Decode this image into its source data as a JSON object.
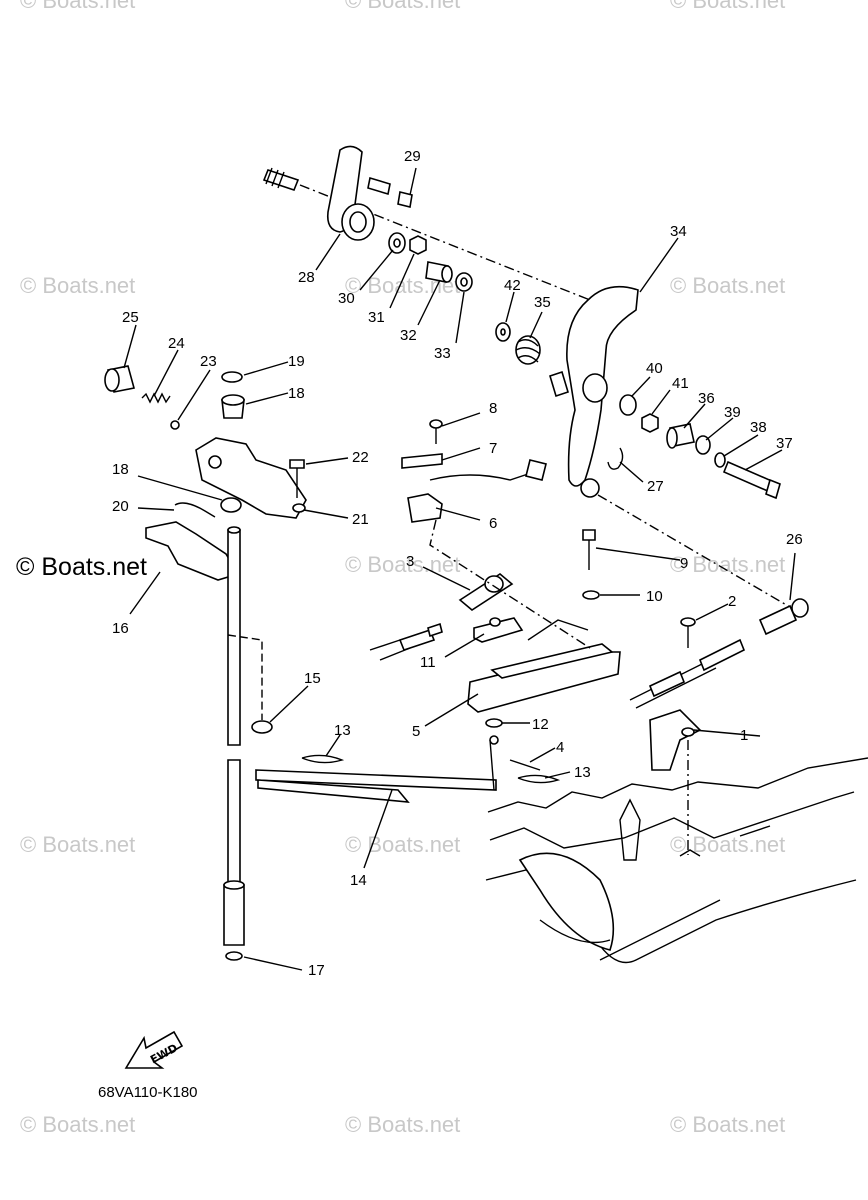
{
  "watermark_text": "© Boats.net",
  "diagram_code": "68VA110-K180",
  "fwd_label": "FWD",
  "part_numbers": [
    "1",
    "2",
    "3",
    "4",
    "5",
    "6",
    "7",
    "8",
    "9",
    "10",
    "11",
    "12",
    "13",
    "13",
    "14",
    "15",
    "16",
    "17",
    "18",
    "18",
    "19",
    "20",
    "21",
    "22",
    "23",
    "24",
    "25",
    "26",
    "27",
    "28",
    "29",
    "30",
    "31",
    "32",
    "33",
    "34",
    "35",
    "36",
    "37",
    "38",
    "39",
    "40",
    "41",
    "42"
  ]
}
